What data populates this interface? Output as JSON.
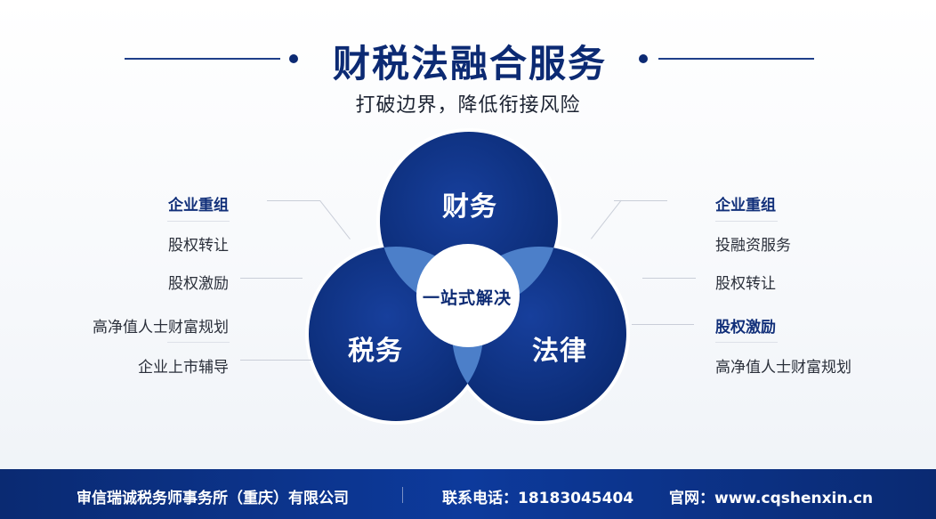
{
  "header": {
    "title": "财税法融合服务",
    "subtitle": "打破边界，降低衔接风险"
  },
  "venn": {
    "top": "财务",
    "left": "税务",
    "right": "法律",
    "center": "一站式解决",
    "colors": {
      "circle_dark": "#0c2f84",
      "overlap": "#4c7fc9",
      "center_fill": "#ffffff"
    }
  },
  "left_list": [
    {
      "label": "企业重组",
      "bold": true
    },
    {
      "label": "股权转让",
      "bold": false
    },
    {
      "label": "股权激励",
      "bold": false
    },
    {
      "label": "高净值人士财富规划",
      "bold": false
    },
    {
      "label": "企业上市辅导",
      "bold": false
    }
  ],
  "right_list": [
    {
      "label": "企业重组",
      "bold": true
    },
    {
      "label": "投融资服务",
      "bold": false
    },
    {
      "label": "股权转让",
      "bold": false
    },
    {
      "label": "股权激励",
      "bold": true
    },
    {
      "label": "高净值人士财富规划",
      "bold": false
    }
  ],
  "footer": {
    "company": "审信瑞诚税务师事务所（重庆）有限公司",
    "phone": "联系电话：18183045404",
    "website": "官网：www.cqshenxin.cn"
  }
}
